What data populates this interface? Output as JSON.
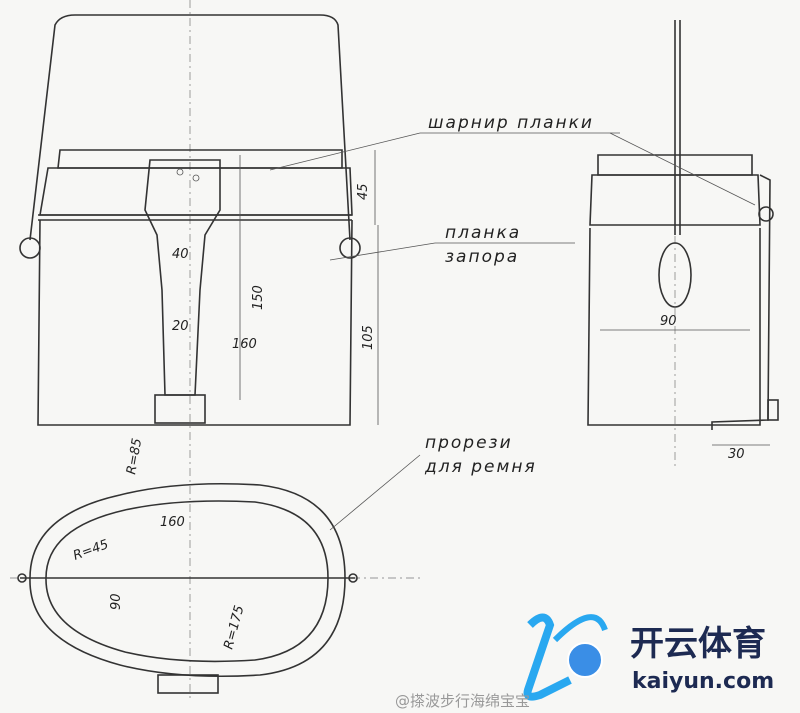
{
  "labels": {
    "hinge": "шарнир планки",
    "latch_bar_1": "планка",
    "latch_bar_2": "запора",
    "slots_1": "прорези",
    "slots_2": "для ремня"
  },
  "dimensions": {
    "d45": "45",
    "d40": "40",
    "d150": "150",
    "d105": "105",
    "d20": "20",
    "d160_front": "160",
    "d90_side": "90",
    "d30": "30",
    "r85": "R=85",
    "d160_top": "160",
    "r45": "R=45",
    "d90_top": "90",
    "r175": "R=175"
  },
  "logo": {
    "cn": "开云体育",
    "en": "kaiyun.com",
    "brand_color": "#1d2a52",
    "accent": "#29a8f0"
  },
  "watermark": "@搽波步行海绵宝宝"
}
